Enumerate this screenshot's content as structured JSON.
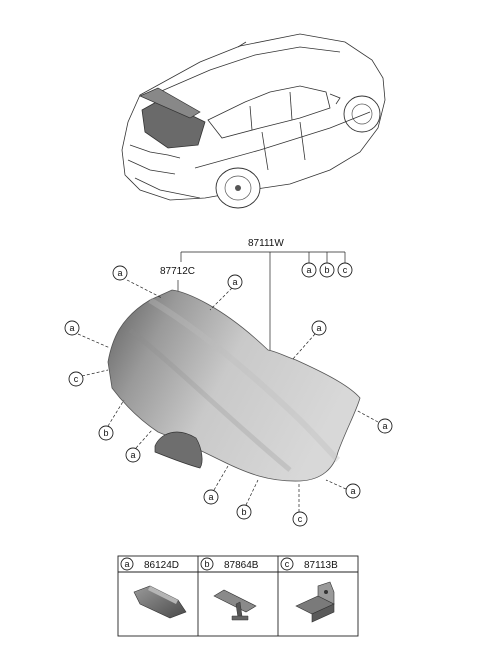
{
  "labels": {
    "main_assembly": "87111W",
    "sub_part": "87712C",
    "callout_a": "a",
    "callout_b": "b",
    "callout_c": "c"
  },
  "legend": [
    {
      "key": "a",
      "part_number": "86124D"
    },
    {
      "key": "b",
      "part_number": "87864B"
    },
    {
      "key": "c",
      "part_number": "87113B"
    }
  ],
  "colors": {
    "glass_light": "#d9d9d9",
    "glass_dark": "#6f6f6f",
    "line": "#222222"
  },
  "icons": [
    "vehicle-illustration",
    "rear-glass-illustration",
    "moulding-clip-a",
    "fastener-b",
    "bracket-c"
  ]
}
